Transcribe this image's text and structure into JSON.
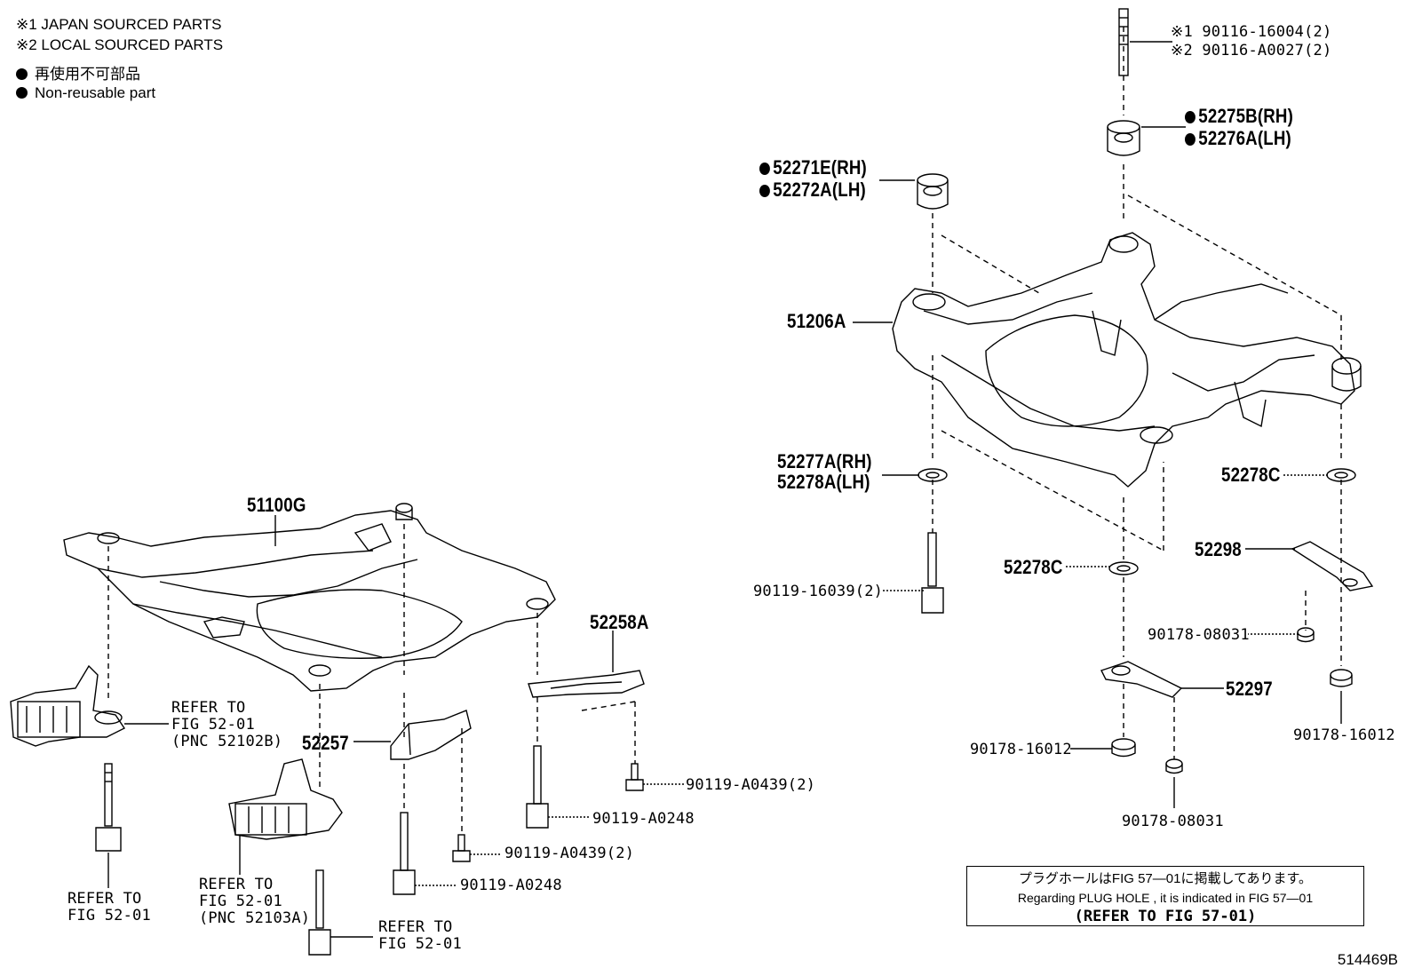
{
  "legend": {
    "note1": "※1 JAPAN SOURCED PARTS",
    "note2": "※2 LOCAL SOURCED PARTS",
    "jp_nonreusable": "再使用不可部品",
    "en_nonreusable": "Non-reusable part"
  },
  "labels": {
    "p90116_1": "※1 90116-16004(2)",
    "p90116_2": "※2 90116-A0027(2)",
    "p52275B": "52275B(RH)",
    "p52276A": "52276A(LH)",
    "p52271E": "52271E(RH)",
    "p52272A": "52272A(LH)",
    "p51206A": "51206A",
    "p52277A": "52277A(RH)",
    "p52278A": "52278A(LH)",
    "p52278C_r": "52278C",
    "p52278C_m": "52278C",
    "p90119_16039": "90119-16039(2)",
    "p52298": "52298",
    "p90178_08031_r": "90178-08031",
    "p52297": "52297",
    "p90178_16012_l": "90178-16012",
    "p90178_16012_r": "90178-16012",
    "p90178_08031_b": "90178-08031",
    "p51100G": "51100G",
    "p52258A": "52258A",
    "p52257": "52257",
    "p90119_A0439_r": "90119-A0439(2)",
    "p90119_A0248_r": "90119-A0248",
    "p90119_A0439_l": "90119-A0439(2)",
    "p90119_A0248_l": "90119-A0248",
    "refer1_a": "REFER TO",
    "refer1_b": "FIG 52-01",
    "refer1_c": "(PNC 52102B)",
    "refer2_a": "REFER TO",
    "refer2_b": "FIG 52-01",
    "refer3_a": "REFER TO",
    "refer3_b": "FIG 52-01",
    "refer3_c": "(PNC 52103A)",
    "refer4_a": "REFER TO",
    "refer4_b": "FIG 52-01"
  },
  "note_box": {
    "jp": "プラグホールはFIG 57―01に掲載してあります。",
    "en": "Regarding PLUG HOLE , it is indicated in FIG 57―01",
    "ref": "(REFER TO FIG 57-01)"
  },
  "figure_id": "514469B"
}
